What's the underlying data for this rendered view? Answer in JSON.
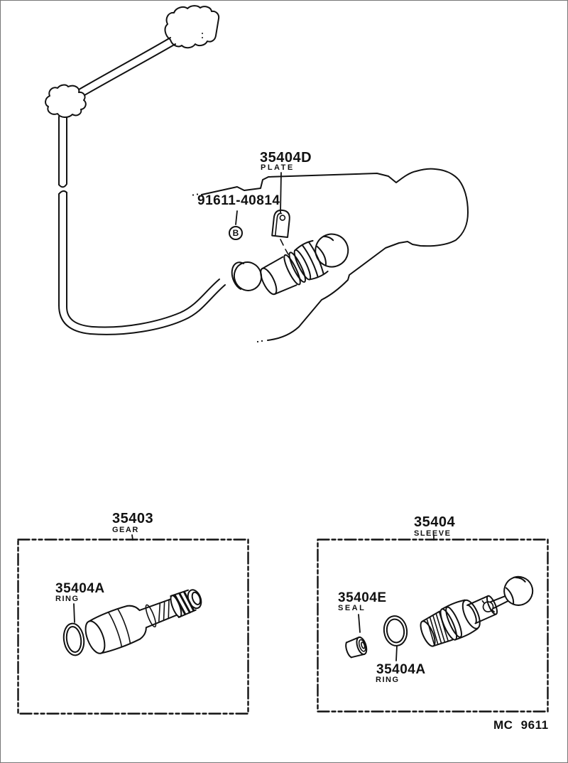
{
  "colors": {
    "ink": "#111111",
    "background": "#ffffff"
  },
  "callouts": {
    "plate": {
      "part_no": "35404D",
      "label": "PLATE"
    },
    "bolt": {
      "part_no": "91611-40814",
      "marker": "B"
    }
  },
  "kits": {
    "gear": {
      "part_no": "35403",
      "label": "GEAR",
      "components": {
        "ring": {
          "part_no": "35404A",
          "label": "RING"
        }
      }
    },
    "sleeve": {
      "part_no": "35404",
      "label": "SLEEVE",
      "components": {
        "seal": {
          "part_no": "35404E",
          "label": "SEAL"
        },
        "ring": {
          "part_no": "35404A",
          "label": "RING"
        }
      }
    }
  },
  "footer": {
    "drawing_code": "MC 9611"
  }
}
